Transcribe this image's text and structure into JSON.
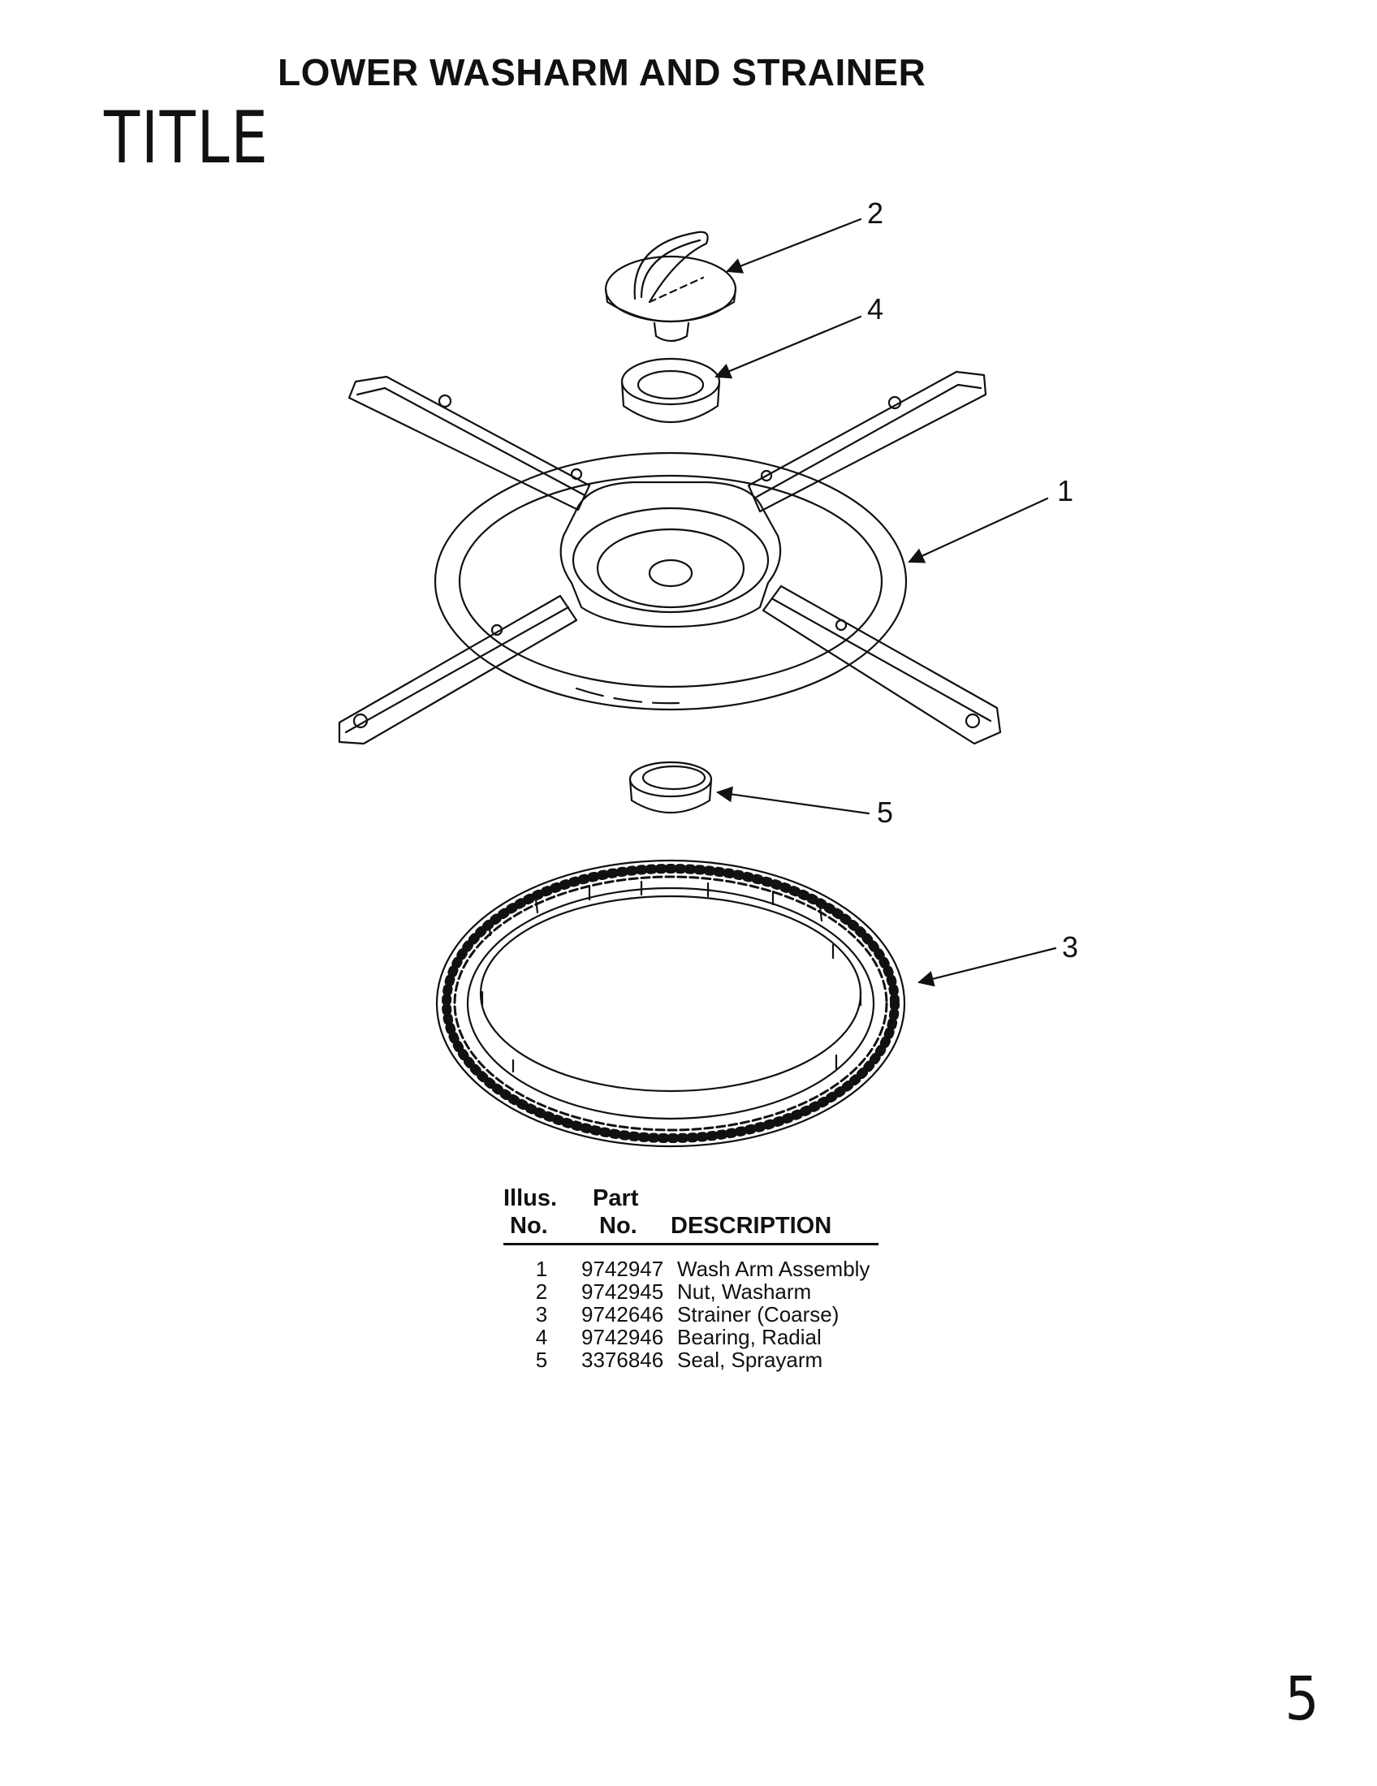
{
  "page": {
    "title": "LOWER WASHARM AND STRAINER",
    "handwritten_label": "TITLE",
    "page_number": "5"
  },
  "diagram": {
    "callouts": [
      "1",
      "2",
      "3",
      "4",
      "5"
    ]
  },
  "parts_table": {
    "headers": {
      "illus_line1": "Illus.",
      "illus_line2": "No.",
      "part_line1": "Part",
      "part_line2": "No.",
      "description": "DESCRIPTION"
    },
    "rows": [
      {
        "illus": "1",
        "part": "9742947",
        "description": "Wash Arm Assembly"
      },
      {
        "illus": "2",
        "part": "9742945",
        "description": "Nut, Washarm"
      },
      {
        "illus": "3",
        "part": "9742646",
        "description": "Strainer (Coarse)"
      },
      {
        "illus": "4",
        "part": "9742946",
        "description": "Bearing, Radial"
      },
      {
        "illus": "5",
        "part": "3376846",
        "description": "Seal, Sprayarm"
      }
    ]
  }
}
